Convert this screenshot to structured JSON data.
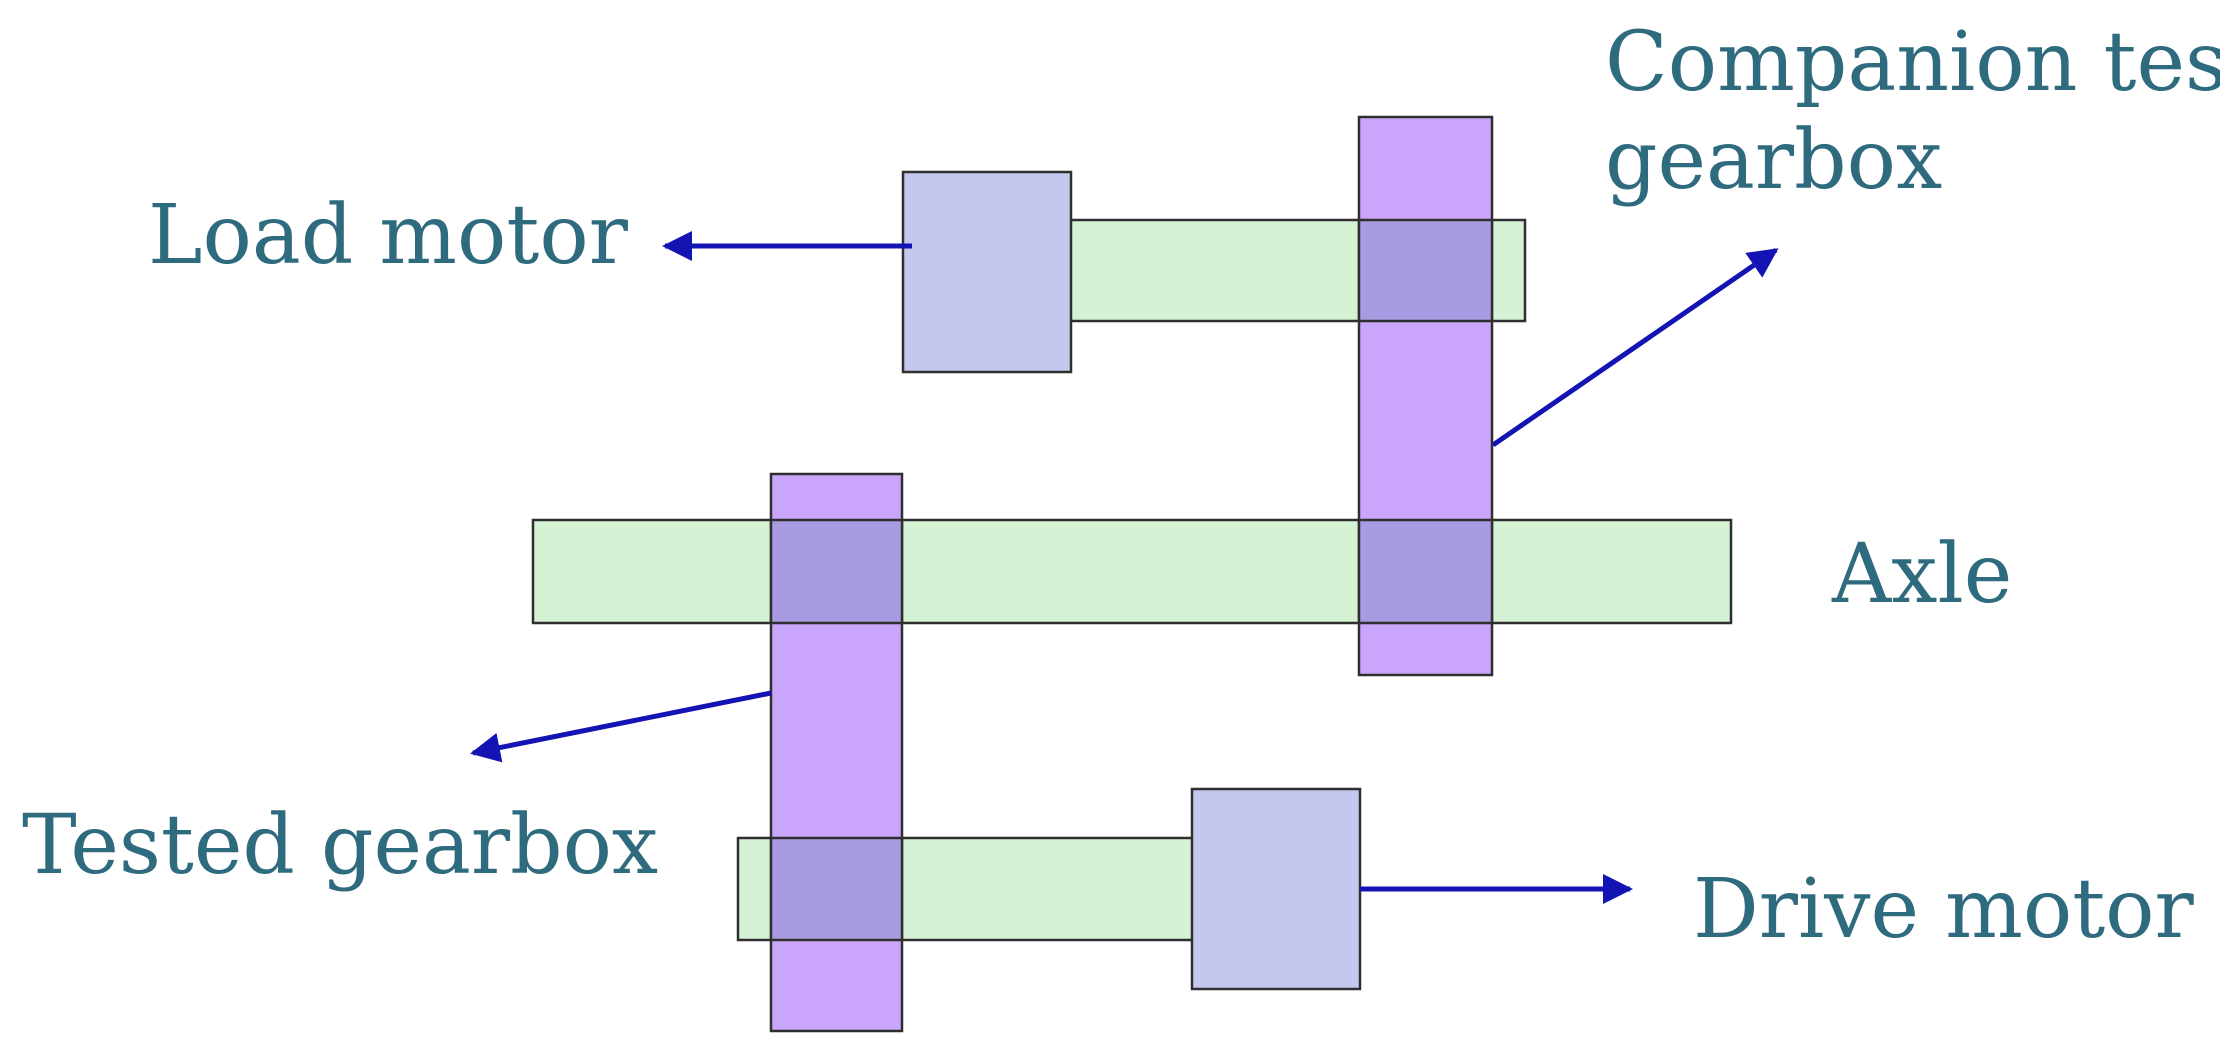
{
  "labels": {
    "load_motor": "Load motor",
    "companion_line1": "Companion test",
    "companion_line2": "gearbox",
    "axle": "Axle",
    "tested_gearbox": "Tested gearbox",
    "drive_motor": "Drive motor"
  },
  "colors": {
    "shaft": "#d6f2d4",
    "motor": "#c4c8ef",
    "gear": "#c9a6fb",
    "overlap": "#a99be2",
    "arrow": "#1414b4",
    "text": "#2f6b7e"
  }
}
